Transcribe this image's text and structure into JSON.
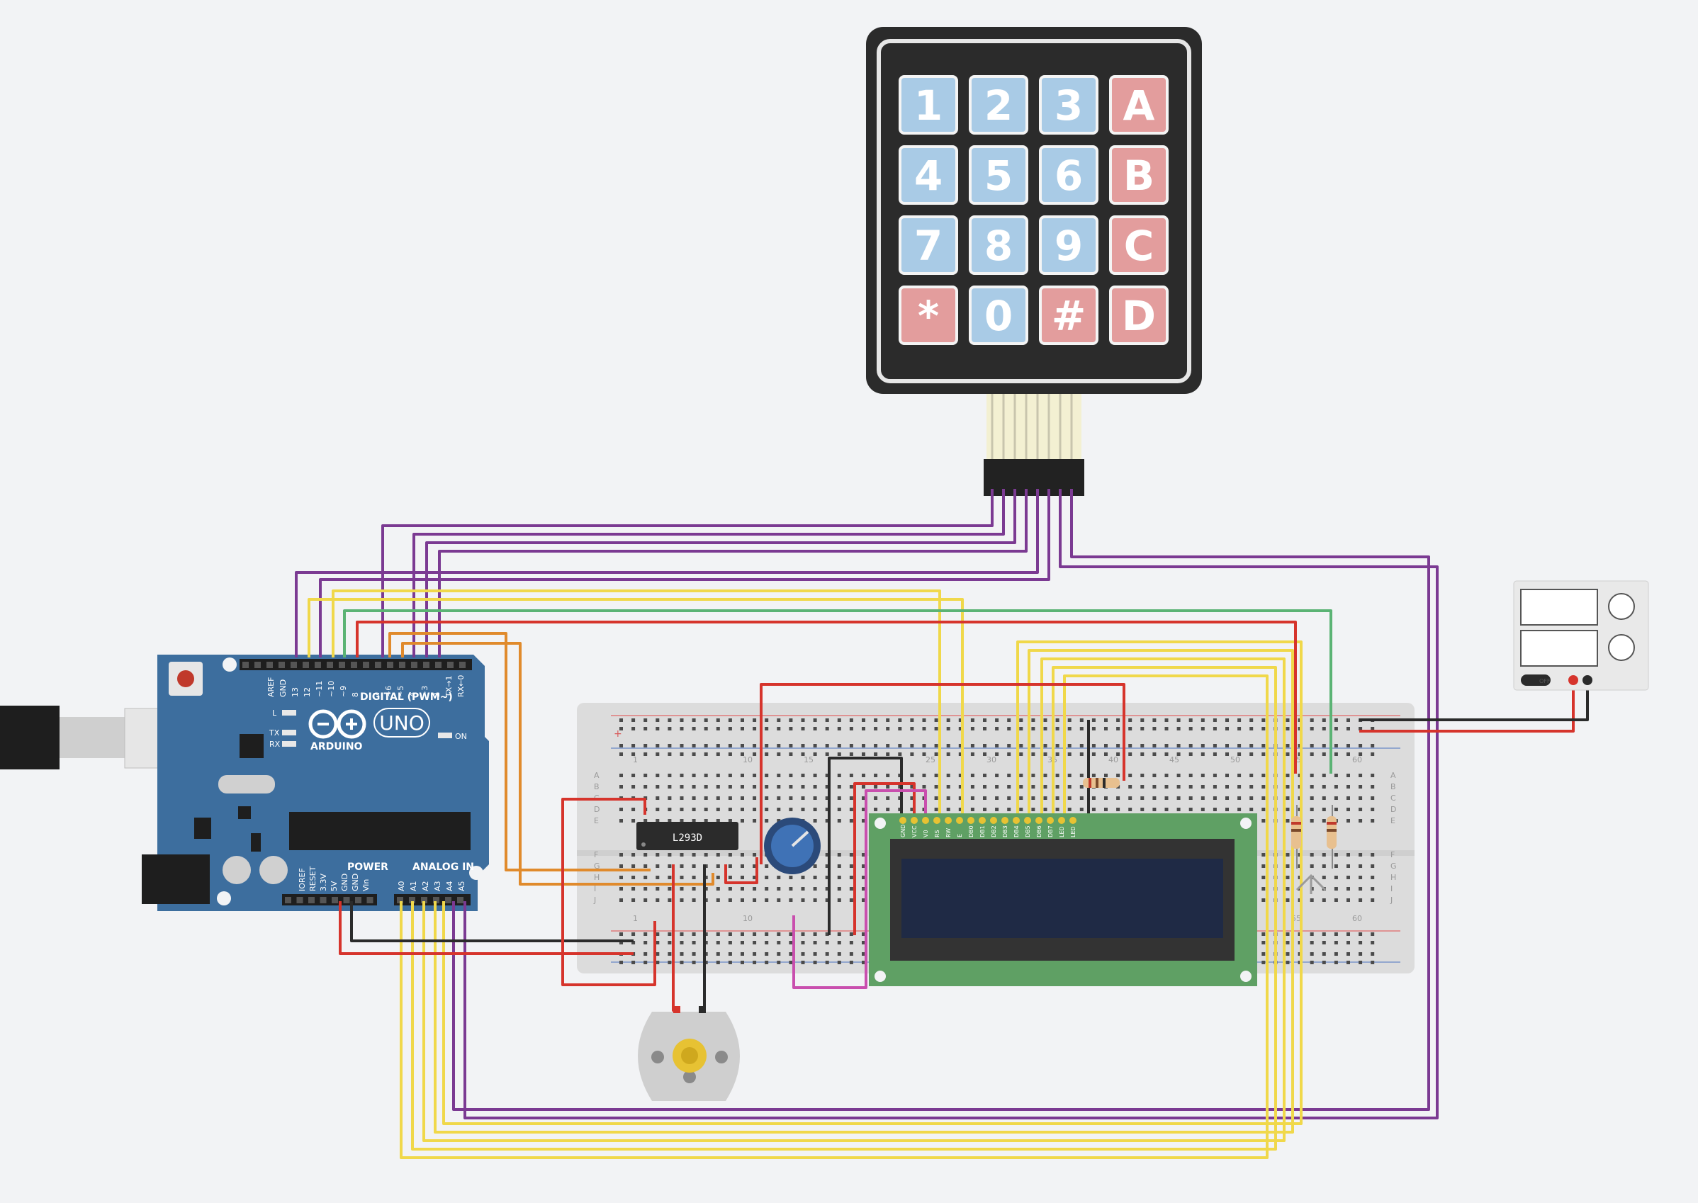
{
  "keypad": {
    "keys": [
      {
        "label": "1",
        "type": "digit"
      },
      {
        "label": "2",
        "type": "digit"
      },
      {
        "label": "3",
        "type": "digit"
      },
      {
        "label": "A",
        "type": "letter"
      },
      {
        "label": "4",
        "type": "digit"
      },
      {
        "label": "5",
        "type": "digit"
      },
      {
        "label": "6",
        "type": "digit"
      },
      {
        "label": "B",
        "type": "letter"
      },
      {
        "label": "7",
        "type": "digit"
      },
      {
        "label": "8",
        "type": "digit"
      },
      {
        "label": "9",
        "type": "digit"
      },
      {
        "label": "C",
        "type": "letter"
      },
      {
        "label": "*",
        "type": "symbol"
      },
      {
        "label": "0",
        "type": "digit"
      },
      {
        "label": "#",
        "type": "symbol"
      },
      {
        "label": "D",
        "type": "letter"
      }
    ],
    "colors": {
      "digit": "#a9cbe6",
      "letter": "#e39d9d",
      "symbol": "#e39d9d",
      "body": "#2b2b2b"
    }
  },
  "arduino": {
    "brand": "ARDUINO",
    "model": "UNO",
    "digital_label": "DIGITAL (PWM~)",
    "power_label": "POWER",
    "analog_label": "ANALOG IN",
    "on_label": "ON",
    "led_labels": [
      "L",
      "TX",
      "RX"
    ],
    "digital_pins": [
      "AREF",
      "GND",
      "13",
      "12",
      "~11",
      "~10",
      "~9",
      "8",
      "7",
      "~6",
      "~5",
      "4",
      "~3",
      "2",
      "TX→1",
      "RX←0"
    ],
    "power_pins": [
      "IOREF",
      "RESET",
      "3.3V",
      "5V",
      "GND",
      "GND",
      "Vin"
    ],
    "analog_pins": [
      "A0",
      "A1",
      "A2",
      "A3",
      "A4",
      "A5"
    ],
    "color": "#3d6e9e"
  },
  "breadboard": {
    "column_numbers": [
      "1",
      "10",
      "15",
      "25",
      "30",
      "35",
      "40",
      "45",
      "50",
      "55",
      "60"
    ],
    "bottom_column_numbers": [
      "1",
      "10",
      "55",
      "60"
    ],
    "row_letters_top": [
      "A",
      "B",
      "C",
      "D",
      "E"
    ],
    "row_letters_bottom": [
      "F",
      "G",
      "H",
      "I",
      "J"
    ]
  },
  "motor_driver": {
    "label": "L293D"
  },
  "lcd": {
    "pins": [
      "GND",
      "VCC",
      "V0",
      "RS",
      "RW",
      "E",
      "DB0",
      "DB1",
      "DB2",
      "DB3",
      "DB4",
      "DB5",
      "DB6",
      "DB7",
      "LED",
      "LED"
    ],
    "pcb_color": "#5fa064",
    "screen_color": "#1f2a45"
  },
  "power_supply": {
    "switch_label": "OFF"
  },
  "wire_colors": {
    "purple": "#7b3a92",
    "yellow": "#f0d84a",
    "red": "#d6342c",
    "black": "#2b2b2b",
    "orange": "#e08a2c",
    "green": "#5bb374",
    "pink": "#c94fae"
  }
}
